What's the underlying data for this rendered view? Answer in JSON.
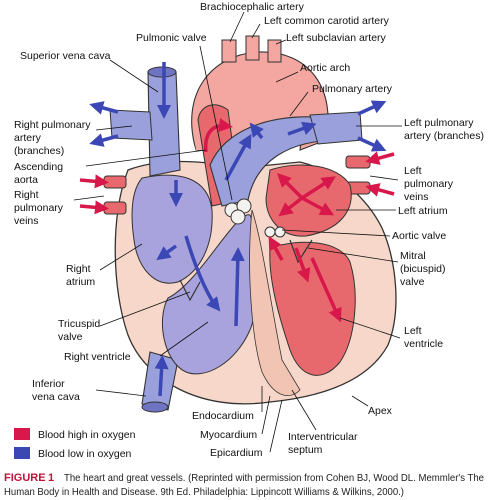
{
  "colors": {
    "oxygen_high": "#d8174a",
    "oxygen_low": "#3a47b4",
    "figure_label": "#c0123a",
    "aorta_fill": "#f4a7a0",
    "left_heart_fill": "#e8696d",
    "right_heart_fill": "#a9a3dd",
    "vena_cava_fill": "#9aa0dc",
    "myocardium_fill": "#f7d7c9"
  },
  "labels": {
    "brachiocephalic_artery": "Brachiocephalic artery",
    "left_common_carotid_artery": "Left common carotid artery",
    "left_subclavian_artery": "Left subclavian artery",
    "pulmonic_valve": "Pulmonic valve",
    "superior_vena_cava": "Superior vena cava",
    "aortic_arch": "Aortic arch",
    "pulmonary_artery": "Pulmonary artery",
    "right_pulmonary_artery_1": "Right pulmonary",
    "right_pulmonary_artery_2": "artery",
    "right_pulmonary_artery_3": "(branches)",
    "left_pulmonary_artery_1": "Left pulmonary",
    "left_pulmonary_artery_2": "artery (branches)",
    "ascending_aorta_1": "Ascending",
    "ascending_aorta_2": "aorta",
    "right_pulmonary_veins_1": "Right",
    "right_pulmonary_veins_2": "pulmonary",
    "right_pulmonary_veins_3": "veins",
    "left_pulmonary_veins_1": "Left",
    "left_pulmonary_veins_2": "pulmonary",
    "left_pulmonary_veins_3": "veins",
    "left_atrium": "Left atrium",
    "aortic_valve": "Aortic valve",
    "right_atrium_1": "Right",
    "right_atrium_2": "atrium",
    "mitral_valve_1": "Mitral",
    "mitral_valve_2": "(bicuspid)",
    "mitral_valve_3": "valve",
    "tricuspid_valve_1": "Tricuspid",
    "tricuspid_valve_2": "valve",
    "right_ventricle": "Right ventricle",
    "left_ventricle_1": "Left",
    "left_ventricle_2": "ventricle",
    "inferior_vena_cava_1": "Inferior",
    "inferior_vena_cava_2": "vena cava",
    "endocardium": "Endocardium",
    "myocardium": "Myocardium",
    "epicardium": "Epicardium",
    "interventricular_septum_1": "Interventricular",
    "interventricular_septum_2": "septum",
    "apex": "Apex"
  },
  "legend": {
    "high_oxygen": "Blood high in oxygen",
    "low_oxygen": "Blood low in oxygen"
  },
  "caption": {
    "figure_label": "FIGURE",
    "figure_number": "1",
    "line1": "The heart and great vessels. (Reprinted with permission from Cohen BJ, Wood DL. Memmler's The",
    "line2": "Human Body in Health and Disease. 9th Ed. Philadelphia: Lippincott Williams & Wilkins, 2000.)"
  }
}
